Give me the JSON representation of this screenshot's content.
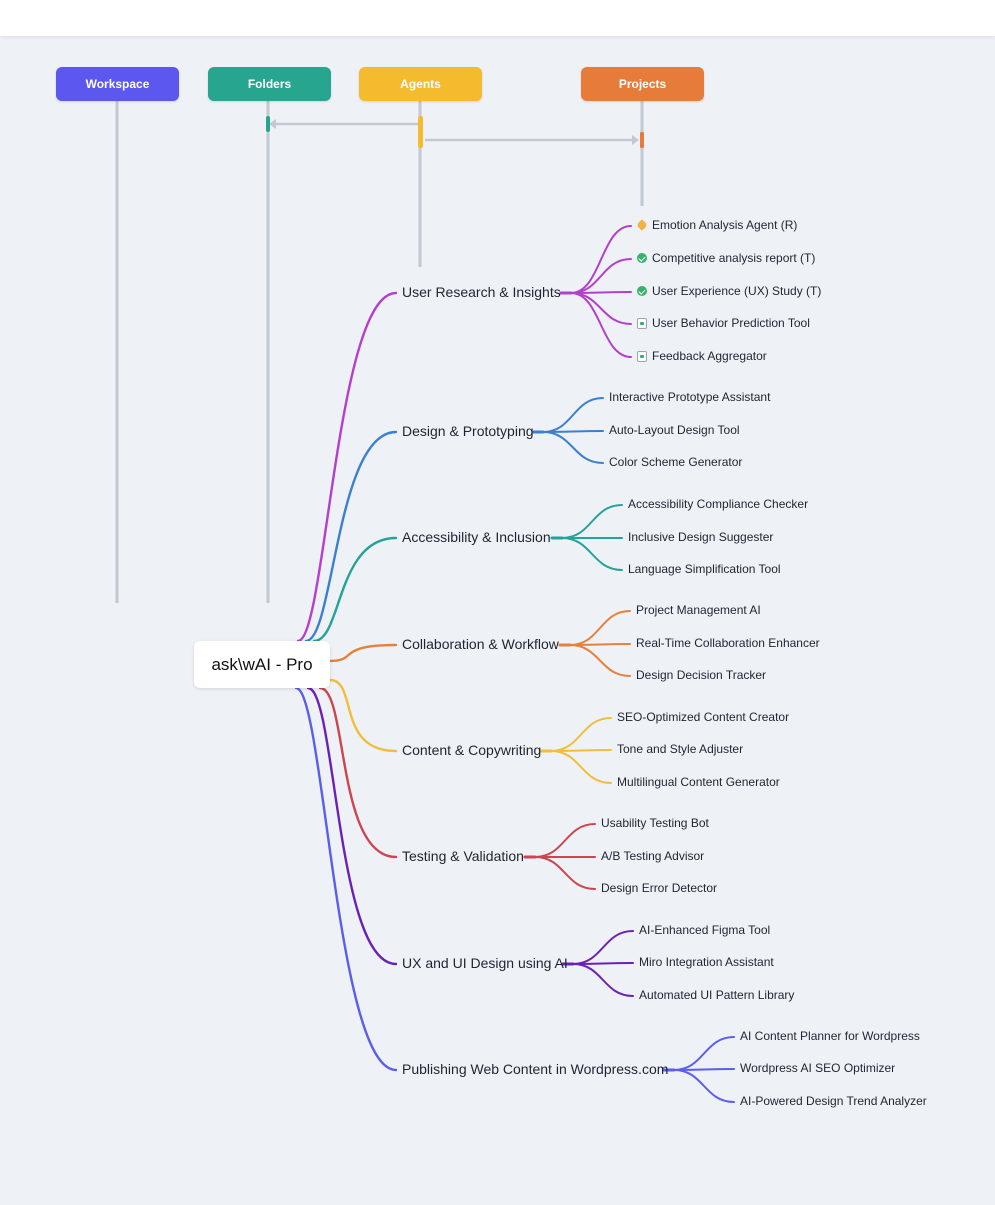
{
  "headers": [
    {
      "label": "Workspace",
      "color": "#5b57ef"
    },
    {
      "label": "Folders",
      "color": "#27a58f"
    },
    {
      "label": "Agents",
      "color": "#f4bb2f"
    },
    {
      "label": "Projects",
      "color": "#e77b3a"
    }
  ],
  "root": {
    "label": "ask\\wAI - Pro"
  },
  "categories": [
    {
      "label": "User Research & Insights",
      "color": "#b43fcc",
      "leaves": [
        {
          "label": "Emotion Analysis Agent (R)",
          "icon": "tag-icon"
        },
        {
          "label": "Competitive analysis report  (T)",
          "icon": "check-circle-icon"
        },
        {
          "label": "User Experience (UX) Study (T)",
          "icon": "check-circle-icon"
        },
        {
          "label": "User Behavior Prediction Tool",
          "icon": "document-icon"
        },
        {
          "label": "Feedback Aggregator",
          "icon": "document-icon"
        }
      ]
    },
    {
      "label": "Design & Prototyping",
      "color": "#3b7fce",
      "leaves": [
        {
          "label": "Interactive Prototype Assistant"
        },
        {
          "label": "Auto-Layout Design Tool"
        },
        {
          "label": "Color Scheme Generator"
        }
      ]
    },
    {
      "label": "Accessibility & Inclusion",
      "color": "#24a396",
      "leaves": [
        {
          "label": "Accessibility Compliance Checker"
        },
        {
          "label": "Inclusive Design Suggester"
        },
        {
          "label": "Language Simplification Tool"
        }
      ]
    },
    {
      "label": "Collaboration & Workflow",
      "color": "#e6813b",
      "leaves": [
        {
          "label": "Project Management AI"
        },
        {
          "label": "Real-Time Collaboration Enhancer"
        },
        {
          "label": "Design Decision Tracker"
        }
      ]
    },
    {
      "label": "Content & Copywriting",
      "color": "#f2bd3b",
      "leaves": [
        {
          "label": "SEO-Optimized Content Creator"
        },
        {
          "label": "Tone and Style Adjuster"
        },
        {
          "label": "Multilingual Content Generator"
        }
      ]
    },
    {
      "label": "Testing & Validation",
      "color": "#cd4550",
      "leaves": [
        {
          "label": "Usability Testing Bot"
        },
        {
          "label": "A/B Testing Advisor"
        },
        {
          "label": "Design Error Detector"
        }
      ]
    },
    {
      "label": "UX and UI Design using AI",
      "color": "#6b21b5",
      "leaves": [
        {
          "label": "AI-Enhanced Figma Tool"
        },
        {
          "label": "Miro Integration Assistant"
        },
        {
          "label": "Automated UI Pattern Library"
        }
      ]
    },
    {
      "label": "Publishing Web Content in Wordpress.com",
      "color": "#5b5ee8",
      "leaves": [
        {
          "label": "AI Content Planner for Wordpress"
        },
        {
          "label": "Wordpress AI SEO Optimizer"
        },
        {
          "label": "AI-Powered Design Trend Analyzer"
        }
      ]
    }
  ],
  "colors": {
    "background": "#eef1f6",
    "connector": "#c2c9d3"
  }
}
